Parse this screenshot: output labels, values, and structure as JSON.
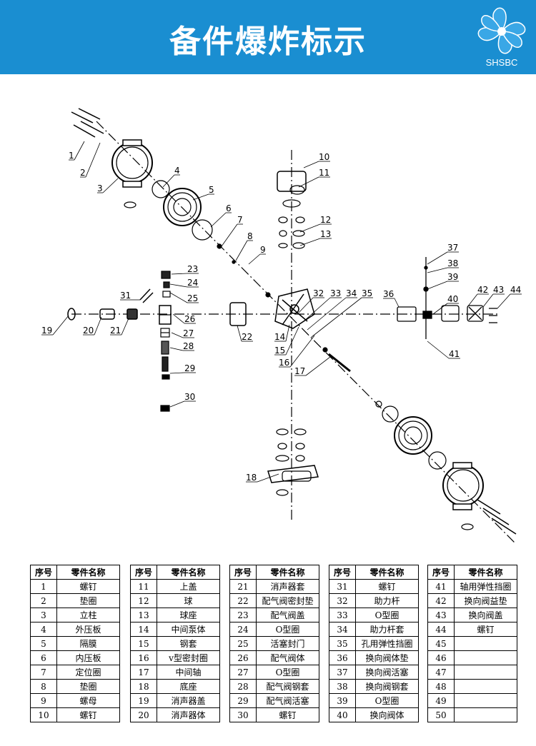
{
  "header": {
    "title": "备件爆炸标示",
    "logo_text": "SHSBC"
  },
  "colors": {
    "header_bg": "#1a8ed1",
    "logo_color": "#3aa7e6",
    "line": "#000000"
  },
  "callouts": [
    "1",
    "2",
    "3",
    "4",
    "5",
    "6",
    "7",
    "8",
    "9",
    "10",
    "11",
    "12",
    "13",
    "14",
    "15",
    "16",
    "17",
    "18",
    "19",
    "20",
    "21",
    "22",
    "23",
    "24",
    "25",
    "26",
    "27",
    "28",
    "29",
    "30",
    "31",
    "32",
    "33",
    "34",
    "35",
    "36",
    "37",
    "38",
    "39",
    "40",
    "41",
    "42",
    "43",
    "44"
  ],
  "table": {
    "header_no": "序号",
    "header_name": "零件名称",
    "groups": [
      [
        [
          "1",
          "螺钉"
        ],
        [
          "2",
          "垫圈"
        ],
        [
          "3",
          "立柱"
        ],
        [
          "4",
          "外压板"
        ],
        [
          "5",
          "隔膜"
        ],
        [
          "6",
          "内压板"
        ],
        [
          "7",
          "定位圈"
        ],
        [
          "8",
          "垫圈"
        ],
        [
          "9",
          "螺母"
        ],
        [
          "10",
          "螺钉"
        ]
      ],
      [
        [
          "11",
          "上盖"
        ],
        [
          "12",
          "球"
        ],
        [
          "13",
          "球座"
        ],
        [
          "14",
          "中间泵体"
        ],
        [
          "15",
          "钢套"
        ],
        [
          "16",
          "v型密封圈"
        ],
        [
          "17",
          "中间轴"
        ],
        [
          "18",
          "底座"
        ],
        [
          "19",
          "消声器盖"
        ],
        [
          "20",
          "消声器体"
        ]
      ],
      [
        [
          "21",
          "消声器套"
        ],
        [
          "22",
          "配气阀密封垫"
        ],
        [
          "23",
          "配气阀盖"
        ],
        [
          "24",
          "O型圈"
        ],
        [
          "25",
          "活塞封门"
        ],
        [
          "26",
          "配气阀体"
        ],
        [
          "27",
          "O型圈"
        ],
        [
          "28",
          "配气阀钢套"
        ],
        [
          "29",
          "配气阀活塞"
        ],
        [
          "30",
          "螺钉"
        ]
      ],
      [
        [
          "31",
          "螺钉"
        ],
        [
          "32",
          "助力杆"
        ],
        [
          "33",
          "O型圈"
        ],
        [
          "34",
          "助力杆套"
        ],
        [
          "35",
          "孔用弹性挡圈"
        ],
        [
          "36",
          "换向阀体垫"
        ],
        [
          "37",
          "换向阀活塞"
        ],
        [
          "38",
          "换向阀钢套"
        ],
        [
          "39",
          "O型圈"
        ],
        [
          "40",
          "换向阀体"
        ]
      ],
      [
        [
          "41",
          "轴用弹性挡圈"
        ],
        [
          "42",
          "换向阀益垫"
        ],
        [
          "43",
          "换向阀盖"
        ],
        [
          "44",
          "螺钉"
        ],
        [
          "45",
          ""
        ],
        [
          "46",
          ""
        ],
        [
          "47",
          ""
        ],
        [
          "48",
          ""
        ],
        [
          "49",
          ""
        ],
        [
          "50",
          ""
        ]
      ]
    ]
  }
}
